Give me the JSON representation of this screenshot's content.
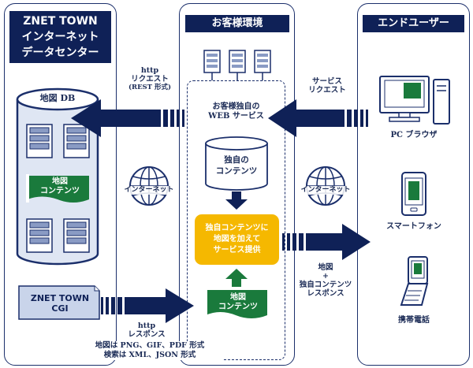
{
  "columns": {
    "left": {
      "title_line1": "ZNET TOWN",
      "title_line2": "インターネット",
      "title_line3": "データセンター"
    },
    "middle": {
      "title": "お客様環境"
    },
    "right": {
      "title": "エンドユーザー"
    }
  },
  "left": {
    "db_label": "地図 DB",
    "map_content_line1": "地図",
    "map_content_line2": "コンテンツ",
    "cgi_line1": "ZNET TOWN",
    "cgi_line2": "CGI"
  },
  "middle": {
    "web_service_line1": "お客様独自の",
    "web_service_line2": "WEB サービス",
    "own_content_line1": "独自の",
    "own_content_line2": "コンテンツ",
    "combine_line1": "独自コンテンツに",
    "combine_line2": "地図を加えて",
    "combine_line3": "サービス提供",
    "map_content_line1": "地図",
    "map_content_line2": "コンテンツ"
  },
  "arrows": {
    "http_request_line1": "http",
    "http_request_line2": "リクエスト",
    "http_request_line3": "(REST 形式)",
    "service_request_line1": "サービス",
    "service_request_line2": "リクエスト",
    "internet_left": "インターネット",
    "internet_right": "インターネット",
    "response_line1": "地図",
    "response_line2": "+",
    "response_line3": "独自コンテンツ",
    "response_line4": "レスポンス",
    "http_response_line1": "http",
    "http_response_line2": "レスポンス",
    "format_line1": "地図は PNG、GIF、PDF 形式",
    "format_line2": "検索は XML、JSON 形式"
  },
  "devices": {
    "pc": "PC ブラウザ",
    "smartphone": "スマートフォン",
    "mobile": "携帯電話"
  },
  "colors": {
    "navy": "#0f2157",
    "green": "#1a7a3c",
    "orange": "#f5b800",
    "light_blue": "#c9d4ea"
  }
}
